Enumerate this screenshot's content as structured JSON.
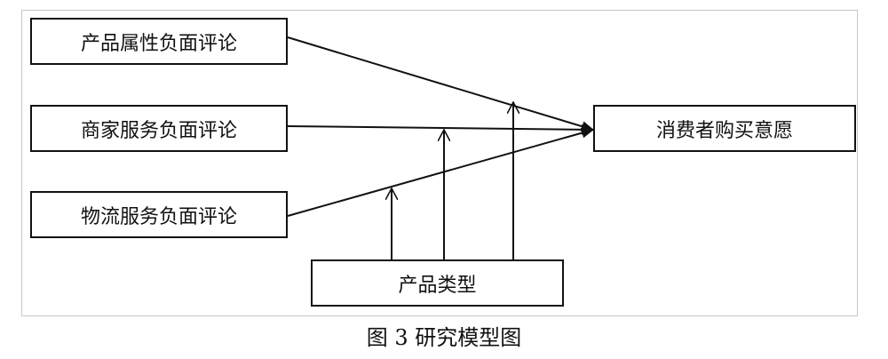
{
  "nodes": {
    "product_attr": "产品属性负面评论",
    "merchant_service": "商家服务负面评论",
    "logistics_service": "物流服务负面评论",
    "purchase_intention": "消费者购买意愿",
    "product_type": "产品类型"
  },
  "caption": "图 3  研究模型图",
  "colors": {
    "line": "#111111",
    "frame": "#c8c8c8"
  }
}
